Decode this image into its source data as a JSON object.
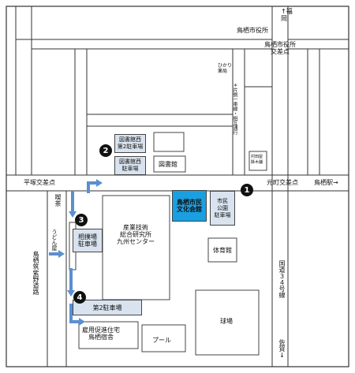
{
  "map": {
    "labels": {
      "city_hall": "鳥栖市役所",
      "city_hall_junction": "鳥栖市役所\n交差点",
      "fukuoka": "↑福\n岡",
      "hikari_pharmacy": "ひかり\n薬局",
      "one_way": "＊片側一車線・相互通行",
      "village_tree": "村田屋\n酥木舗",
      "library": "図書館",
      "hirazuka_junction": "平塚交差点",
      "motomachi_junction": "元町交差点",
      "tosu_station": "鳥栖駅→",
      "kissa": "喫茶",
      "udon": "うどん屋",
      "road_tosu_chikushino": "鳥栖筑紫野道路",
      "research_center": "産業技術\n総合研究所\n九州センター",
      "gym": "体育館",
      "stadium": "球場",
      "pool": "プール",
      "route34": "国道３４号線",
      "saga": "佐賀↓",
      "dorm": "雇用促進住宅\n鳥栖宿舎"
    },
    "venue": "鳥栖市民\n文化会館",
    "parking": {
      "p1": "市民\n公園\n駐車場",
      "p2a": "図書館西\n第2駐車場",
      "p2b": "図書館西\n駐車場",
      "p3": "相撲場\n駐車場",
      "p4": "第2駐車場"
    },
    "markers": [
      "1",
      "2",
      "3",
      "4"
    ],
    "colors": {
      "parking": "#d9e3ef",
      "venue": "#1a9fe0",
      "arrow": "#5b8fd0"
    }
  }
}
